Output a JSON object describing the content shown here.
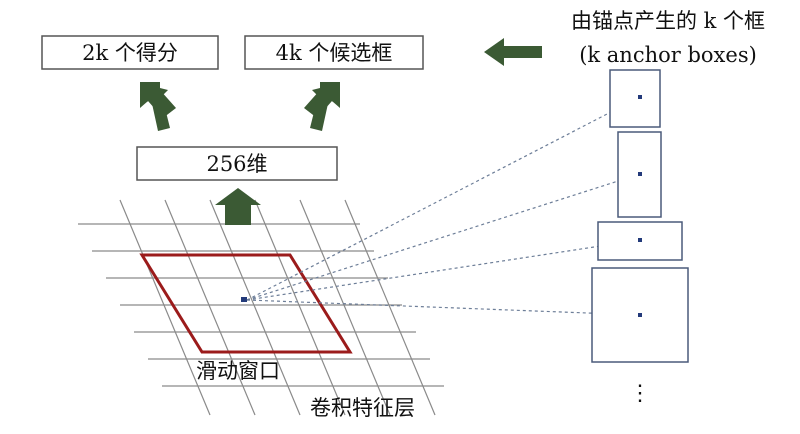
{
  "labels": {
    "scores": "2k 个得分",
    "boxes": "4k 个候选框",
    "feature": "256维",
    "anchors_line1": "由锚点产生的 k 个框",
    "anchors_line2": "(k anchor boxes)",
    "sliding_window": "滑动窗口",
    "conv_layer": "卷积特征层",
    "ellipsis": "⋮"
  },
  "colors": {
    "box_border": "#555555",
    "arrow": "#3b5a34",
    "window": "#9b1b1b",
    "grid": "#8a8a8a",
    "dashed": "#6d7e98",
    "anchor_border": "#4a5a7a",
    "anchor_center": "#233a7a"
  },
  "icons": {
    "up_arrow": "thick-green-up-arrow",
    "left_arrow": "thick-green-left-arrow"
  }
}
